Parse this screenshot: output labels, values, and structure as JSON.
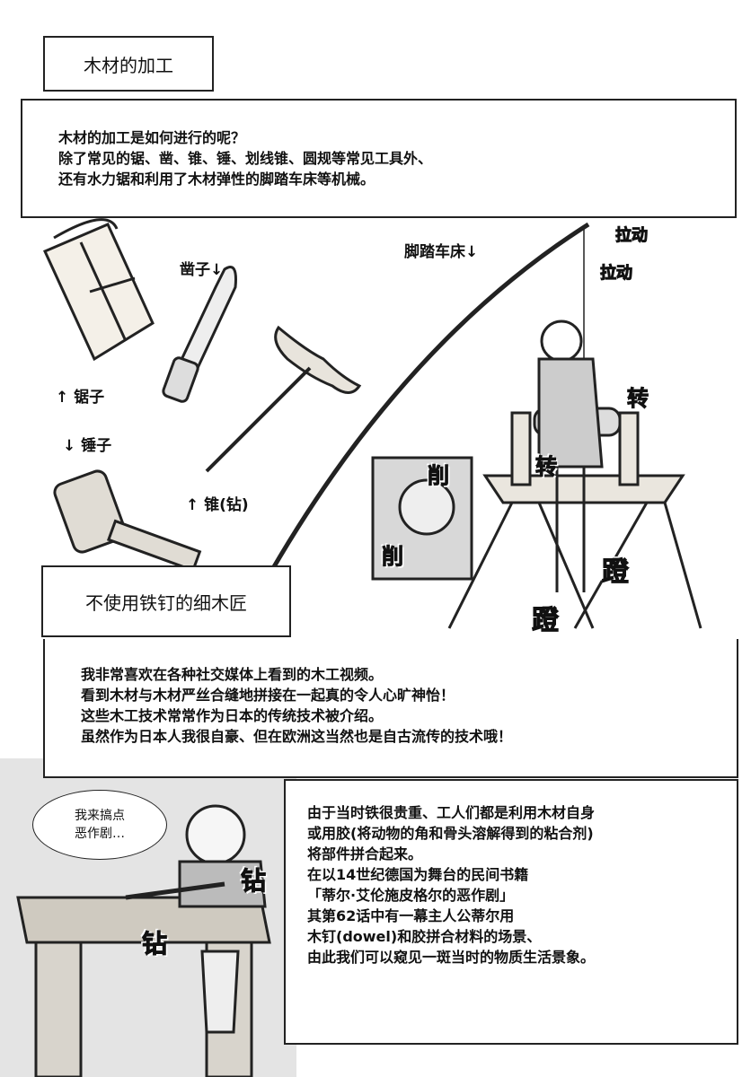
{
  "section1": {
    "title": "木材的加工",
    "lines": [
      "木材的加工是如何进行的呢？",
      "除了常见的锯、凿、锥、锤、划线锥、圆规等常见工具外、",
      "还有水力锯和利用了木材弹性的脚踏车床等机械。"
    ]
  },
  "tools": {
    "saw": "↑ 锯子",
    "chisel": "凿子↓",
    "hammer": "↓ 锤子",
    "awl": "↑ 锥(钻)",
    "lathe": "脚踏车床↓"
  },
  "sfx": {
    "pull1": "拉动",
    "pull2": "拉动",
    "turn1": "转",
    "turn2": "转",
    "cut1": "削",
    "cut2": "削",
    "step1": "蹬",
    "step2": "蹬",
    "drill1": "钻",
    "drill2": "钻"
  },
  "section2": {
    "title": "不使用铁钉的细木匠",
    "lines": [
      "我非常喜欢在各种社交媒体上看到的木工视频。",
      "看到木材与木材严丝合缝地拼接在一起真的令人心旷神怡！",
      "这些木工技术常常作为日本的传统技术被介绍。",
      "虽然作为日本人我很自豪、但在欧洲这当然也是自古流传的技术哦！"
    ]
  },
  "speech": {
    "lines": [
      "我来搞点",
      "恶作剧…"
    ]
  },
  "section3": {
    "lines": [
      "由于当时铁很贵重、工人们都是利用木材自身",
      "或用胶(将动物的角和骨头溶解得到的粘合剂)",
      "将部件拼合起来。",
      "在以14世纪德国为舞台的民间书籍",
      "「蒂尔·艾伦施皮格尔的恶作剧」",
      "其第62话中有一幕主人公蒂尔用",
      "木钉(dowel)和胶拼合材料的场景、",
      "由此我们可以窥见一斑当时的物质生活景象。"
    ]
  }
}
